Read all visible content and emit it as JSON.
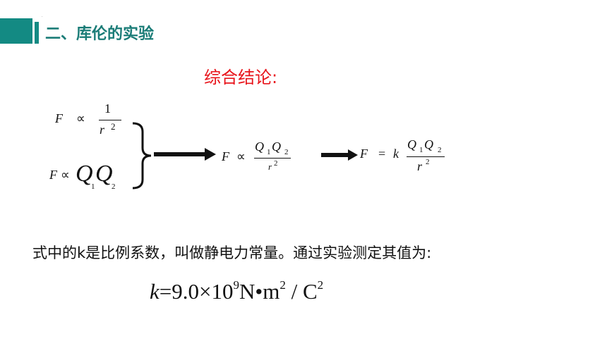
{
  "heading": {
    "title": "二、库伦的实验",
    "dot": "."
  },
  "conclusion_label": "综合结论:",
  "law1": {
    "F": "F",
    "prop": "∝",
    "num": "1",
    "den_r": "r",
    "den_exp": "2"
  },
  "law2": {
    "F": "F",
    "prop": "∝",
    "Q": "Q",
    "sub1": "1",
    "sub2": "2"
  },
  "combined": {
    "F": "F",
    "prop": "∝",
    "Q": "Q",
    "sub1": "1",
    "sub2": "2",
    "den_r": "r",
    "den_exp": "2"
  },
  "final": {
    "F": "F",
    "eq": "=",
    "k": "k",
    "Q": "Q",
    "sub1": "1",
    "sub2": "2",
    "den_r": "r",
    "den_exp": "2"
  },
  "description": "式中的k是比例系数，叫做静电力常量。通过实验测定其值为:",
  "constant": {
    "k": "k",
    "value": "=9.0×10",
    "exp": "9",
    "unit_N": "N",
    "dot": "•",
    "unit_m": "m",
    "m_exp": "2",
    "slash": " / ",
    "unit_C": "C",
    "C_exp": "2"
  },
  "colors": {
    "accent": "#138a83",
    "heading_text": "#1a7c77",
    "conclusion": "#e8141b"
  },
  "icons": [
    "brace-icon",
    "arrow-right-icon"
  ]
}
